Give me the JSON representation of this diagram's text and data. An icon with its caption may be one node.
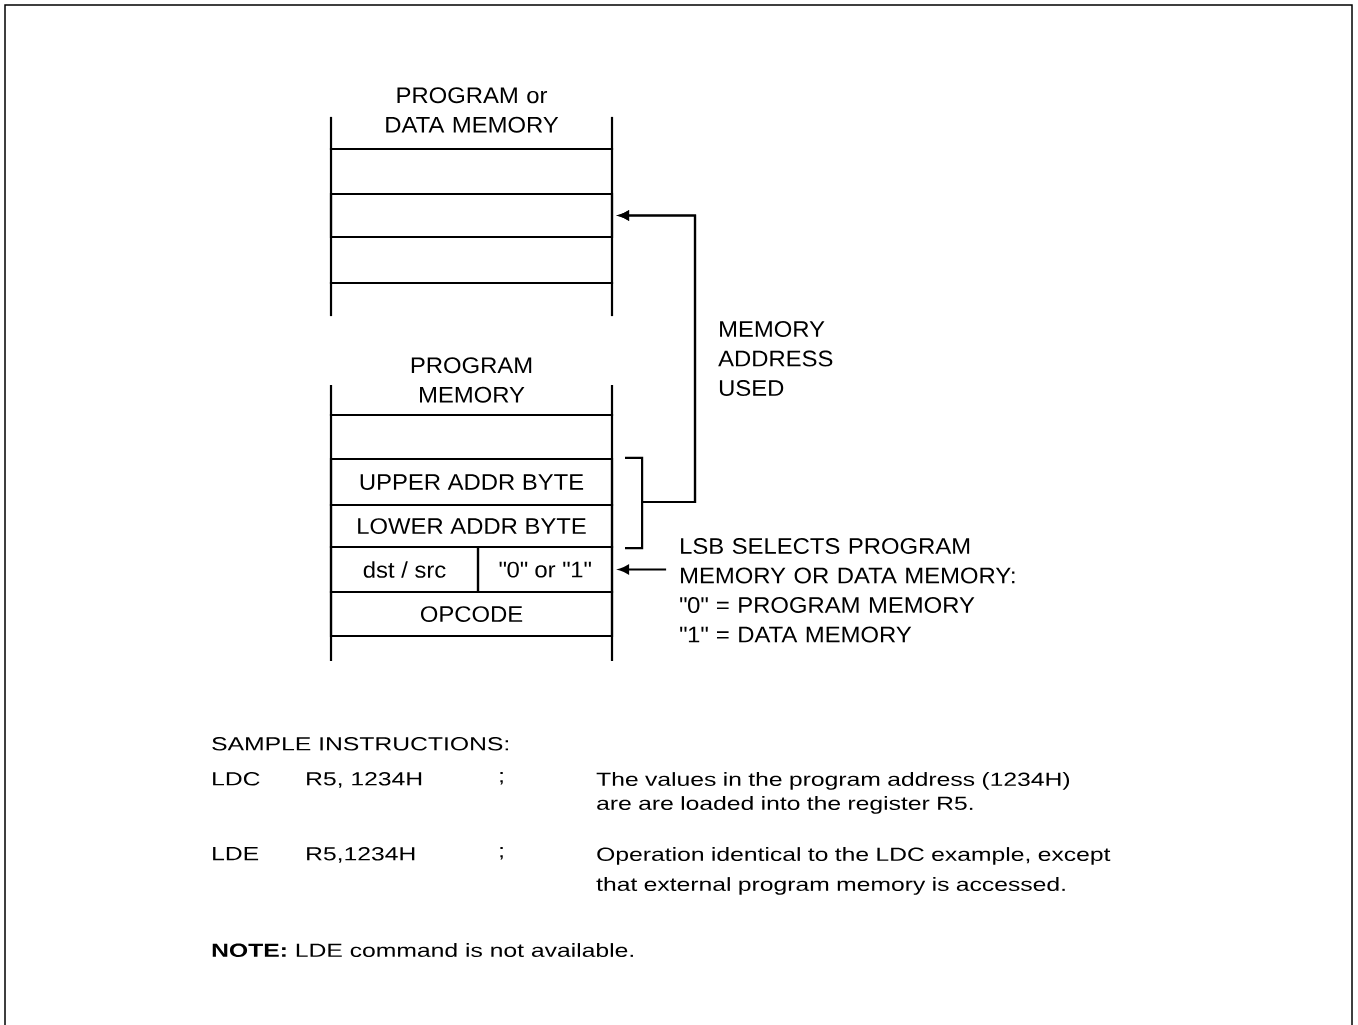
{
  "diagram": {
    "nodes": [
      {
        "text": [
          "PROGRAM or DATA MEMORY"
        ]
      },
      {
        "text": [],
        "shape": "box",
        "in": 0
      },
      {
        "text": [
          "PROGRAM MEMORY"
        ]
      },
      {
        "text": [
          "UPPER ADDR BYTE"
        ],
        "in": 2
      },
      {
        "text": [
          "LOWER ADDR BYTE"
        ],
        "in": 2
      },
      {
        "text": [
          "dst / src"
        ],
        "in": 2
      },
      {
        "text": [
          "\"0\" or \"1\""
        ],
        "in": 2
      },
      {
        "text": [
          "OPCODE"
        ],
        "in": 2
      },
      {
        "text": [
          "LSB SELECTS PROGRAM MEMORY OR DATA MEMORY:",
          "\"0\" = PROGRAM MEMORY",
          "\"1\" = DATA MEMORY"
        ]
      }
    ],
    "edges": [
      {
        "from": 3,
        "to": 1,
        "arrow": "to",
        "label": "MEMORY ADDRESS USED"
      },
      {
        "from": 4,
        "to": 1,
        "arrow": "to"
      },
      {
        "from": 8,
        "to": 6,
        "arrow": "to"
      }
    ],
    "labels": [
      "SAMPLE INSTRUCTIONS:",
      "LDC",
      "R5, 1234H",
      ";",
      "The values in the program address (1234H) are are loaded into the register R5.",
      "LDE",
      "R5,1234H",
      ";",
      "Operation identical to the LDC example, except that external program memory is accessed.",
      "**NOTE:** LDE command is not available."
    ]
  }
}
